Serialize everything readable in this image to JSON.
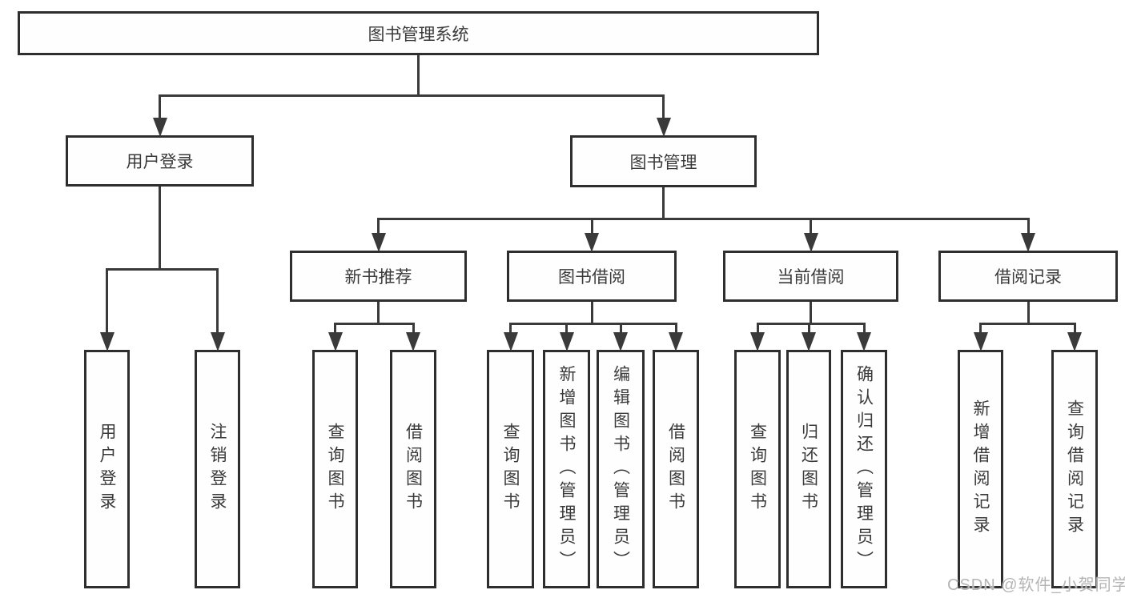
{
  "page": {
    "background": "#ffffff"
  },
  "watermark": {
    "text": "CSDN @软件_小贺同学",
    "color": "#b5b5b5"
  },
  "diagram": {
    "type": "hierarchy-tree",
    "line_color": "#3a3a3a",
    "box_border_color": "#2e2e2e",
    "box_fill_color": "#fefefe",
    "text_color": "#3a3a3a",
    "root_id": "root",
    "nodes": [
      {
        "id": "root",
        "label": "图书管理系统",
        "level": 0,
        "parent": null
      },
      {
        "id": "user-login",
        "label": "用户登录",
        "level": 1,
        "parent": "root"
      },
      {
        "id": "book-mgmt",
        "label": "图书管理",
        "level": 1,
        "parent": "root"
      },
      {
        "id": "new-book-rec",
        "label": "新书推荐",
        "level": 2,
        "parent": "book-mgmt"
      },
      {
        "id": "book-borrow",
        "label": "图书借阅",
        "level": 2,
        "parent": "book-mgmt"
      },
      {
        "id": "current-borrow",
        "label": "当前借阅",
        "level": 2,
        "parent": "book-mgmt"
      },
      {
        "id": "borrow-records",
        "label": "借阅记录",
        "level": 2,
        "parent": "book-mgmt"
      },
      {
        "id": "leaf-user-login",
        "label": "用户登录",
        "level": 3,
        "parent": "user-login",
        "vertical": true
      },
      {
        "id": "leaf-logout",
        "label": "注销登录",
        "level": 3,
        "parent": "user-login",
        "vertical": true
      },
      {
        "id": "leaf-query-book-1",
        "label": "查询图书",
        "level": 3,
        "parent": "new-book-rec",
        "vertical": true
      },
      {
        "id": "leaf-borrow-book-1",
        "label": "借阅图书",
        "level": 3,
        "parent": "new-book-rec",
        "vertical": true
      },
      {
        "id": "leaf-query-book-2",
        "label": "查询图书",
        "level": 3,
        "parent": "book-borrow",
        "vertical": true
      },
      {
        "id": "leaf-add-book",
        "label": "新增图书（管理员）",
        "level": 3,
        "parent": "book-borrow",
        "vertical": true
      },
      {
        "id": "leaf-edit-book",
        "label": "编辑图书（管理员）",
        "level": 3,
        "parent": "book-borrow",
        "vertical": true
      },
      {
        "id": "leaf-borrow-book-2",
        "label": "借阅图书",
        "level": 3,
        "parent": "book-borrow",
        "vertical": true
      },
      {
        "id": "leaf-query-book-3",
        "label": "查询图书",
        "level": 3,
        "parent": "current-borrow",
        "vertical": true
      },
      {
        "id": "leaf-return-book",
        "label": "归还图书",
        "level": 3,
        "parent": "current-borrow",
        "vertical": true
      },
      {
        "id": "leaf-confirm-return",
        "label": "确认归还（管理员）",
        "level": 3,
        "parent": "current-borrow",
        "vertical": true
      },
      {
        "id": "leaf-add-borrow-record",
        "label": "新增借阅记录",
        "level": 3,
        "parent": "borrow-records",
        "vertical": true
      },
      {
        "id": "leaf-query-borrow-record",
        "label": "查询借阅记录",
        "level": 3,
        "parent": "borrow-records",
        "vertical": true
      }
    ]
  }
}
